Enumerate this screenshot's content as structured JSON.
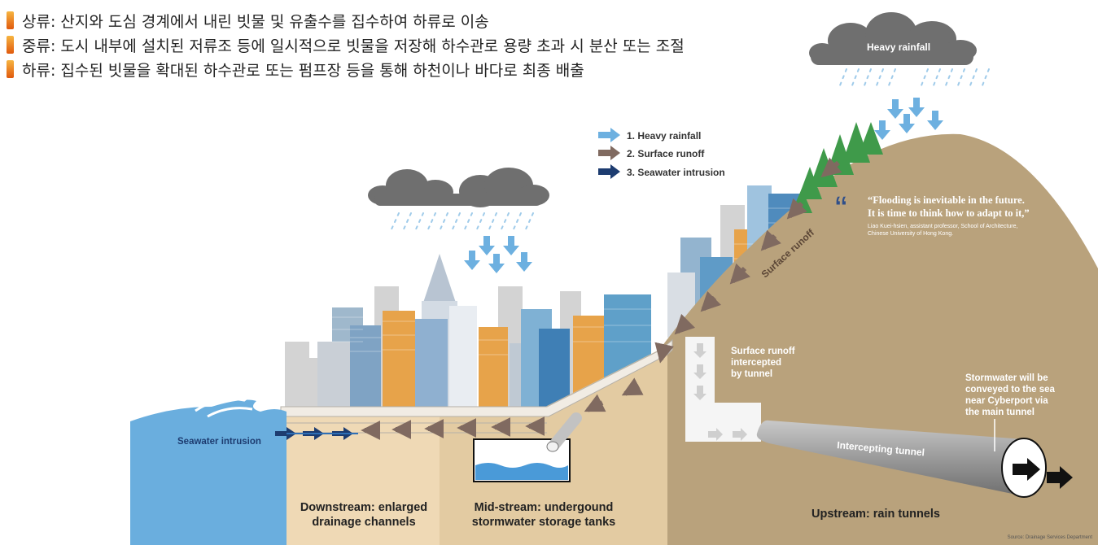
{
  "notes": [
    "상류: 산지와 도심 경계에서 내린 빗물 및 유출수를 집수하여 하류로 이송",
    "중류: 도시 내부에 설치된 저류조 등에 일시적으로 빗물을 저장해 하수관로 용량 초과 시 분산 또는 조절",
    "하류: 집수된 빗물을 확대된 하수관로 또는 펌프장 등을 통해 하천이나 바다로 최종 배출"
  ],
  "legend": [
    {
      "label": "1.  Heavy rainfall",
      "color": "#6db0e0"
    },
    {
      "label": "2.  Surface runoff",
      "color": "#806a60"
    },
    {
      "label": "3.  Seawater intrusion",
      "color": "#1d3c70"
    }
  ],
  "labels": {
    "heavy_rainfall": "Heavy rainfall",
    "surface_runoff": "Surface runoff",
    "intercepted_1": "Surface runoff",
    "intercepted_2": "intercepted",
    "intercepted_3": "by tunnel",
    "stormwater_1": "Stormwater will be",
    "stormwater_2": "conveyed to the sea",
    "stormwater_3": "near Cyberport via",
    "stormwater_4": "the main tunnel",
    "intercepting_tunnel": "Intercepting tunnel",
    "seawater_intrusion": "Seawater intrusion",
    "downstream_1": "Downstream: enlarged",
    "downstream_2": "drainage channels",
    "midstream_1": "Mid-stream: undergound",
    "midstream_2": "stormwater storage tanks",
    "upstream": "Upstream: rain tunnels",
    "source": "Source: Drainage Services Department"
  },
  "quote": {
    "line1": "“Flooding is inevitable in the future.",
    "line2": "It is time to think how to adapt to it,”",
    "attr1": "Liao Kuei-hsien, assistant professor, School of Architecture,",
    "attr2": "Chinese University of Hong Kong."
  },
  "colors": {
    "mountain": "#b9a27c",
    "ground_light": "#efd9b5",
    "ground_mid": "#e3cba2",
    "sea": "#6aaede",
    "rain": "#9fcbea",
    "runoff": "#806a60",
    "seawater": "#1d3c70",
    "accent": "#e0590d"
  }
}
